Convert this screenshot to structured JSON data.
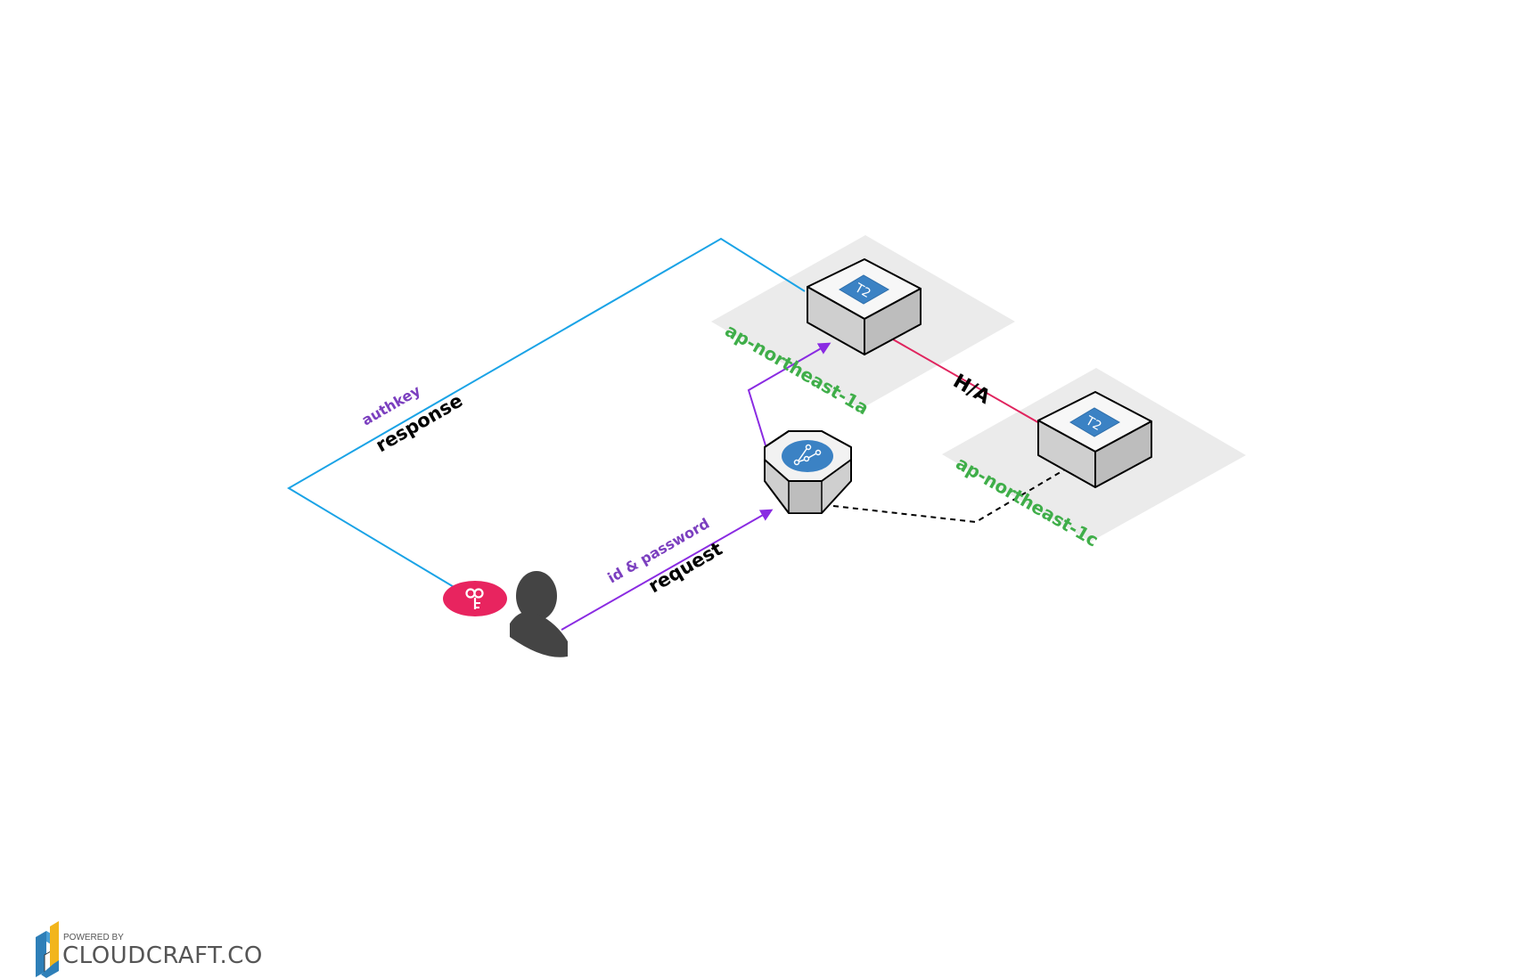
{
  "labels": {
    "zone_a": "ap-northeast-1a",
    "zone_c": "ap-northeast-1c",
    "ha": "H/A",
    "response": "response",
    "authkey": "authkey",
    "request": "request",
    "id_password": "id & password"
  },
  "instances": {
    "instance_a_type": "T2",
    "instance_c_type": "T2"
  },
  "logo": {
    "powered_by": "POWERED BY",
    "brand": "CLOUDCRAFT.CO"
  },
  "colors": {
    "zone_fill": "#ebebeb",
    "zone_label": "#3fae49",
    "response_line": "#1aa3e6",
    "request_line": "#8a2be2",
    "ha_line": "#e0245e",
    "badge": "#3b82c4",
    "key_badge": "#e8245f",
    "user": "#444444",
    "purple_label": "#7b3fbf"
  }
}
